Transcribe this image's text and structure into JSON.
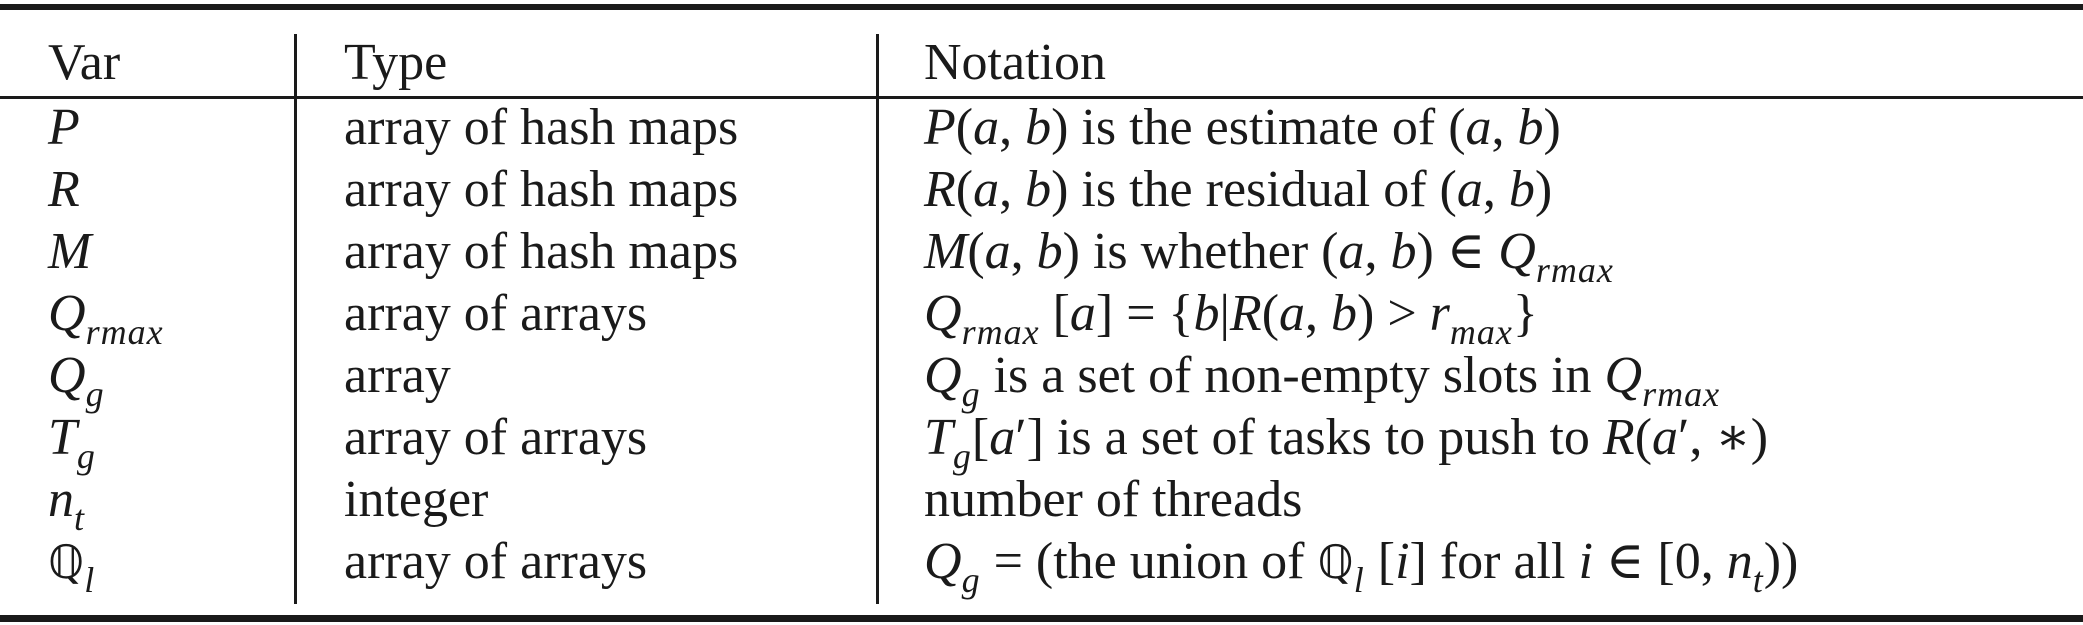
{
  "headers": {
    "var": "Var",
    "type": "Type",
    "notation": "Notation"
  },
  "rows": [
    {
      "var": [
        [
          "m",
          "P"
        ]
      ],
      "type": "array of hash maps",
      "notation": [
        [
          "m",
          "P"
        ],
        [
          "t",
          "("
        ],
        [
          "m",
          "a"
        ],
        [
          "t",
          ", "
        ],
        [
          "m",
          "b"
        ],
        [
          "t",
          ") is the estimate of ("
        ],
        [
          "m",
          "a"
        ],
        [
          "t",
          ", "
        ],
        [
          "m",
          "b"
        ],
        [
          "t",
          ")"
        ]
      ]
    },
    {
      "var": [
        [
          "m",
          "R"
        ]
      ],
      "type": "array of hash maps",
      "notation": [
        [
          "m",
          "R"
        ],
        [
          "t",
          "("
        ],
        [
          "m",
          "a"
        ],
        [
          "t",
          ", "
        ],
        [
          "m",
          "b"
        ],
        [
          "t",
          ") is the residual of ("
        ],
        [
          "m",
          "a"
        ],
        [
          "t",
          ", "
        ],
        [
          "m",
          "b"
        ],
        [
          "t",
          ")"
        ]
      ]
    },
    {
      "var": [
        [
          "m",
          "M"
        ]
      ],
      "type": "array of hash maps",
      "notation": [
        [
          "m",
          "M"
        ],
        [
          "t",
          "("
        ],
        [
          "m",
          "a"
        ],
        [
          "t",
          ", "
        ],
        [
          "m",
          "b"
        ],
        [
          "t",
          ") is whether ("
        ],
        [
          "m",
          "a"
        ],
        [
          "t",
          ", "
        ],
        [
          "m",
          "b"
        ],
        [
          "t",
          ") ∈ "
        ],
        [
          "m",
          "Q"
        ],
        [
          "s",
          "r"
        ],
        [
          "s",
          "max"
        ]
      ]
    },
    {
      "var": [
        [
          "m",
          "Q"
        ],
        [
          "s",
          "r"
        ],
        [
          "s",
          "max"
        ]
      ],
      "type": "array of arrays",
      "notation": [
        [
          "m",
          "Q"
        ],
        [
          "s",
          "r"
        ],
        [
          "s",
          "max"
        ],
        [
          "t",
          " ["
        ],
        [
          "m",
          "a"
        ],
        [
          "t",
          "] = {"
        ],
        [
          "m",
          "b"
        ],
        [
          "t",
          "|"
        ],
        [
          "m",
          "R"
        ],
        [
          "t",
          "("
        ],
        [
          "m",
          "a"
        ],
        [
          "t",
          ", "
        ],
        [
          "m",
          "b"
        ],
        [
          "t",
          ") > "
        ],
        [
          "m",
          "r"
        ],
        [
          "s",
          "max"
        ],
        [
          "t",
          "}"
        ]
      ]
    },
    {
      "var": [
        [
          "m",
          "Q"
        ],
        [
          "s",
          "g"
        ]
      ],
      "type": "array",
      "notation": [
        [
          "m",
          "Q"
        ],
        [
          "s",
          "g"
        ],
        [
          "t",
          " is a set of non-empty slots in "
        ],
        [
          "m",
          "Q"
        ],
        [
          "s",
          "r"
        ],
        [
          "s",
          "max"
        ]
      ]
    },
    {
      "var": [
        [
          "m",
          "T"
        ],
        [
          "s",
          "g"
        ]
      ],
      "type": "array of arrays",
      "notation": [
        [
          "m",
          "T"
        ],
        [
          "s",
          "g"
        ],
        [
          "t",
          "["
        ],
        [
          "m",
          "a"
        ],
        [
          "t",
          "′] is a set of tasks to push to "
        ],
        [
          "m",
          "R"
        ],
        [
          "t",
          "("
        ],
        [
          "m",
          "a"
        ],
        [
          "t",
          "′, ∗)"
        ]
      ]
    },
    {
      "var": [
        [
          "m",
          "n"
        ],
        [
          "s",
          "t"
        ]
      ],
      "type": "integer",
      "notation": [
        [
          "t",
          "number of threads"
        ]
      ]
    },
    {
      "var": [
        [
          "bb",
          "ℚ"
        ],
        [
          "s",
          "l"
        ]
      ],
      "type": "array of arrays",
      "notation": [
        [
          "m",
          "Q"
        ],
        [
          "s",
          "g"
        ],
        [
          "t",
          " = (the union of "
        ],
        [
          "bb",
          "ℚ"
        ],
        [
          "s",
          "l"
        ],
        [
          "t",
          " ["
        ],
        [
          "m",
          "i"
        ],
        [
          "t",
          "] for all "
        ],
        [
          "m",
          "i"
        ],
        [
          "t",
          " ∈ [0, "
        ],
        [
          "m",
          "n"
        ],
        [
          "s",
          "t"
        ],
        [
          "t",
          "))"
        ]
      ]
    }
  ]
}
